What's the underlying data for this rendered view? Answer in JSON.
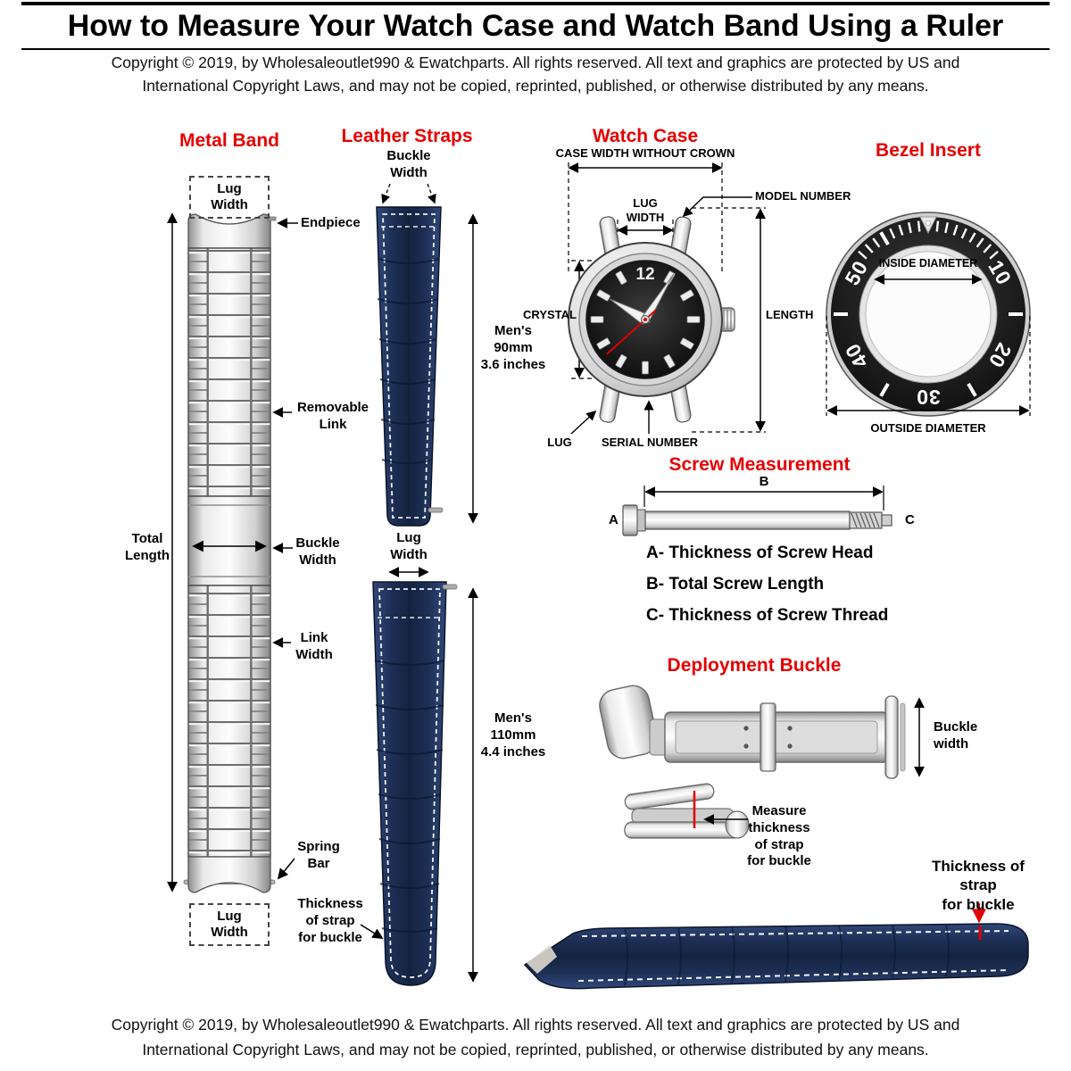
{
  "header": {
    "title": "How to Measure Your Watch Case and Watch Band Using a Ruler",
    "copyright_line1": "Copyright  © 2019, by Wholesaleoutlet990 & Ewatchparts. All rights reserved. All text and graphics are protected by US and",
    "copyright_line2": "International Copyright Laws, and may not be copied, reprinted, published, or otherwise distributed by any  means."
  },
  "footer": {
    "copyright_line1": "Copyright  © 2019, by Wholesaleoutlet990 & Ewatchparts. All rights reserved. All text and graphics are protected by US and",
    "copyright_line2": "International Copyright Laws, and may not be copied, reprinted, published, or otherwise distributed by any  means."
  },
  "colors": {
    "heading_red": "#e60000",
    "accent_red": "#e30000",
    "strap_navy": "#1d2f55",
    "metal_silver": "#cfcfcf"
  },
  "metal_band": {
    "heading": "Metal Band",
    "lug_width_top": "Lug\nWidth",
    "endpiece": "Endpiece",
    "removable_link": "Removable\nLink",
    "total_length": "Total\nLength",
    "buckle_width": "Buckle\nWidth",
    "link_width": "Link\nWidth",
    "spring_bar": "Spring\nBar",
    "lug_width_bottom": "Lug\nWidth"
  },
  "leather_straps": {
    "heading": "Leather Straps",
    "buckle_width": "Buckle\nWidth",
    "upper_strap_length": "Men's\n90mm\n3.6 inches",
    "lug_width": "Lug\nWidth",
    "lower_strap_length": "Men's\n110mm\n4.4 inches",
    "strap_thickness": "Thickness\nof strap\nfor buckle"
  },
  "watch_case": {
    "heading": "Watch Case",
    "case_width": "CASE WIDTH WITHOUT CROWN",
    "model_number": "MODEL NUMBER",
    "lug_width": "LUG\nWIDTH",
    "crystal": "CRYSTAL",
    "length": "LENGTH",
    "lug": "LUG",
    "serial_number": "SERIAL NUMBER",
    "dial_numeral": "12"
  },
  "bezel_insert": {
    "heading": "Bezel Insert",
    "inside_diameter": "INSIDE DIAMETER",
    "outside_diameter": "OUTSIDE DIAMETER",
    "numerals": {
      "n10": "10",
      "n20": "20",
      "n30": "30",
      "n40": "40",
      "n50": "50"
    }
  },
  "screw_measurement": {
    "heading": "Screw Measurement",
    "dim_a": "A",
    "dim_b": "B",
    "dim_c": "C",
    "desc_a": "A- Thickness of Screw Head",
    "desc_b": "B- Total Screw Length",
    "desc_c": "C- Thickness of Screw Thread"
  },
  "deployment_buckle": {
    "heading": "Deployment Buckle",
    "buckle_width": "Buckle\nwidth",
    "measure_thickness": "Measure\nthickness\nof strap\nfor buckle",
    "strap_thickness": "Thickness of strap\nfor buckle"
  }
}
